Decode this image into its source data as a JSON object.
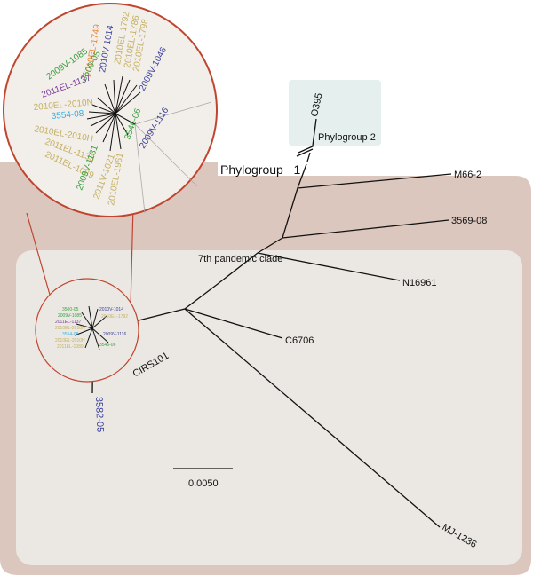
{
  "diagram": {
    "phylogroup1_label": "Phylogroup   1",
    "phylogroup2_label": "Phylogroup 2",
    "clade_label": "7th pandemic clade",
    "scale_label": "0.0050",
    "outer_taxa": {
      "o395": "O395",
      "m66": "M66-2",
      "t3569": "3569-08",
      "n16961": "N16961",
      "c6706": "C6706",
      "mj1236": "MJ-1236",
      "cirs101": "CIRS101",
      "t3582": "3582-05"
    },
    "zoom_taxa": [
      {
        "label": "2010EL-1749",
        "color": "#e8883a"
      },
      {
        "label": "2010V-1014",
        "color": "#3a3f9a"
      },
      {
        "label": "2010EL-1792",
        "color": "#c4b060"
      },
      {
        "label": "2010EL-1786",
        "color": "#c4b060"
      },
      {
        "label": "2010EL-1798",
        "color": "#c4b060"
      },
      {
        "label": "2009V-1046",
        "color": "#3a3f9a"
      },
      {
        "label": "3500-05",
        "color": "#3aa040"
      },
      {
        "label": "2009V-1085",
        "color": "#3aa040"
      },
      {
        "label": "2011EL-1137",
        "color": "#7a3a9a"
      },
      {
        "label": "2010EL-2010N",
        "color": "#c4b060"
      },
      {
        "label": "3554-08",
        "color": "#3ab0e0"
      },
      {
        "label": "2010EL-2010H",
        "color": "#c4b060"
      },
      {
        "label": "2011EL-1133",
        "color": "#c4b060"
      },
      {
        "label": "2011EL-1089",
        "color": "#c4b060"
      },
      {
        "label": "2009V-1131",
        "color": "#3aa040"
      },
      {
        "label": "2011V-1021",
        "color": "#c4b060"
      },
      {
        "label": "2010EL-1961",
        "color": "#c4b060"
      },
      {
        "label": "3546-06",
        "color": "#3aa040"
      },
      {
        "label": "2009V-1116",
        "color": "#3a3f9a"
      }
    ],
    "colors": {
      "phylogroup1_bg": "#dcc7be",
      "clade_bg": "#ebe8e3",
      "phylogroup2_bg": "#e5efee",
      "zoom_ring": "#c0452e",
      "zoom_fill": "#f2eeea"
    }
  }
}
